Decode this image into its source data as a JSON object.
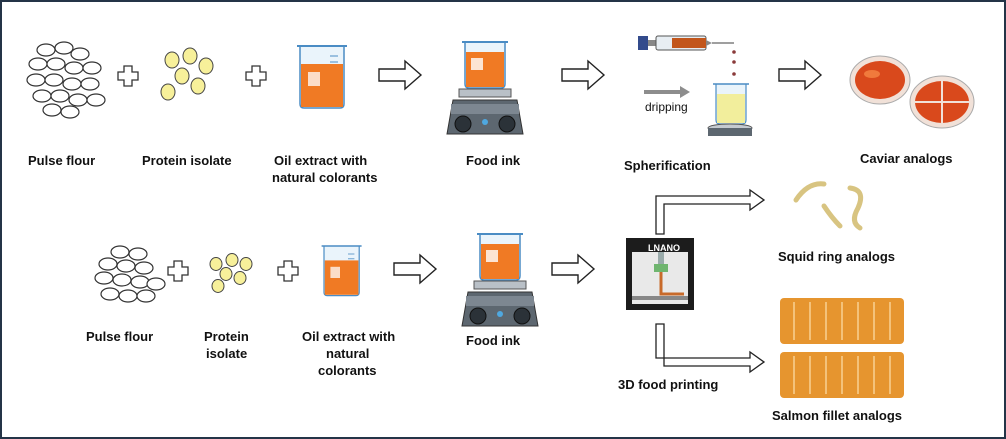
{
  "row1": {
    "pulse_flour": "Pulse flour",
    "protein_isolate": "Protein isolate",
    "oil_extract_line1": "Oil extract with",
    "oil_extract_line2": "natural colorants",
    "food_ink": "Food ink",
    "dripping": "dripping",
    "spherification": "Spherification",
    "caviar": "Caviar analogs"
  },
  "row2": {
    "pulse_flour": "Pulse flour",
    "protein_isolate_line1": "Protein",
    "protein_isolate_line2": "isolate",
    "oil_extract_line1": "Oil extract with",
    "oil_extract_line2": "natural",
    "oil_extract_line3": "colorants",
    "food_ink": "Food ink",
    "printer_brand": "LNANO",
    "printing": "3D food printing",
    "squid": "Squid ring analogs",
    "salmon": "Salmon fillet analogs"
  },
  "colors": {
    "border": "#243447",
    "oil": "#f07a24",
    "protein": "#f7f09a",
    "arrow_stroke": "#222222"
  }
}
